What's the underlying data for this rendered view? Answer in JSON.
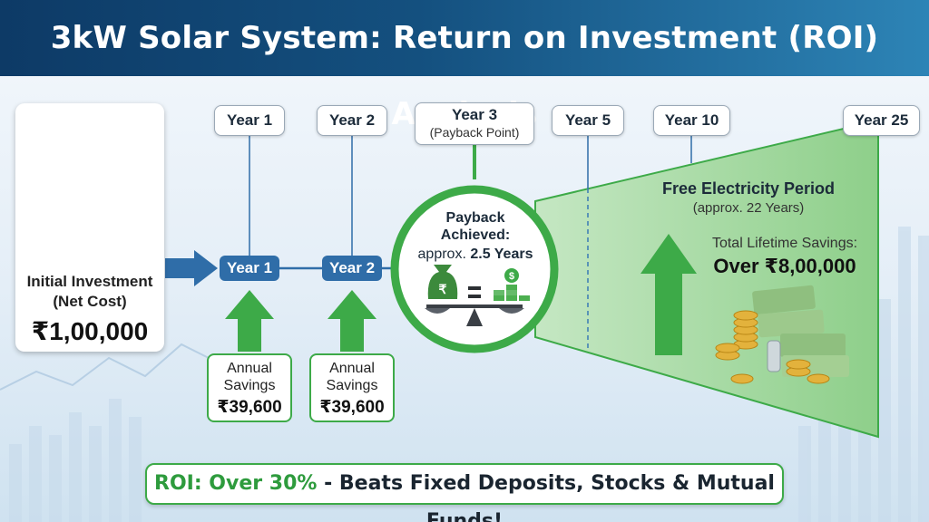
{
  "title": "3kW Solar System: Return on Investment (ROI) Analysis",
  "initial_investment": {
    "label_line1": "Initial Investment",
    "label_line2": "(Net Cost)",
    "amount": "₹1,00,000"
  },
  "timeline": {
    "year1": "Year 1",
    "year2": "Year 2",
    "year3": "Year 3",
    "year3_note": "(Payback Point)",
    "year5": "Year 5",
    "year10": "Year 10",
    "year25": "Year 25"
  },
  "savings": {
    "line1": "Annual",
    "line2": "Savings",
    "year1_amount": "₹39,600",
    "year2_amount": "₹39,600"
  },
  "payback": {
    "line1": "Payback",
    "line2": "Achieved:",
    "prefix": "approx.",
    "value": "2.5 Years",
    "rupee_symbol": "₹",
    "dollar_symbol": "$"
  },
  "free_period": {
    "title": "Free Electricity Period",
    "subtitle": "(approx. 22 Years)",
    "lifetime_label": "Total Lifetime Savings:",
    "lifetime_amount": "Over ₹8,00,000"
  },
  "roi": {
    "highlight": "ROI: Over 30%",
    "rest": " - Beats Fixed Deposits, Stocks & Mutual Funds!"
  },
  "colors": {
    "header_dark": "#0d3a66",
    "accent_blue": "#2f6da8",
    "green": "#3daa48",
    "red_arrow": "#e02a24"
  },
  "icons": [
    "money-stack-icon",
    "down-arrow-icon",
    "money-bag-icon",
    "coin-stack-icon",
    "balance-scale-icon",
    "up-arrow-icon",
    "cash-coins-pile-icon"
  ]
}
